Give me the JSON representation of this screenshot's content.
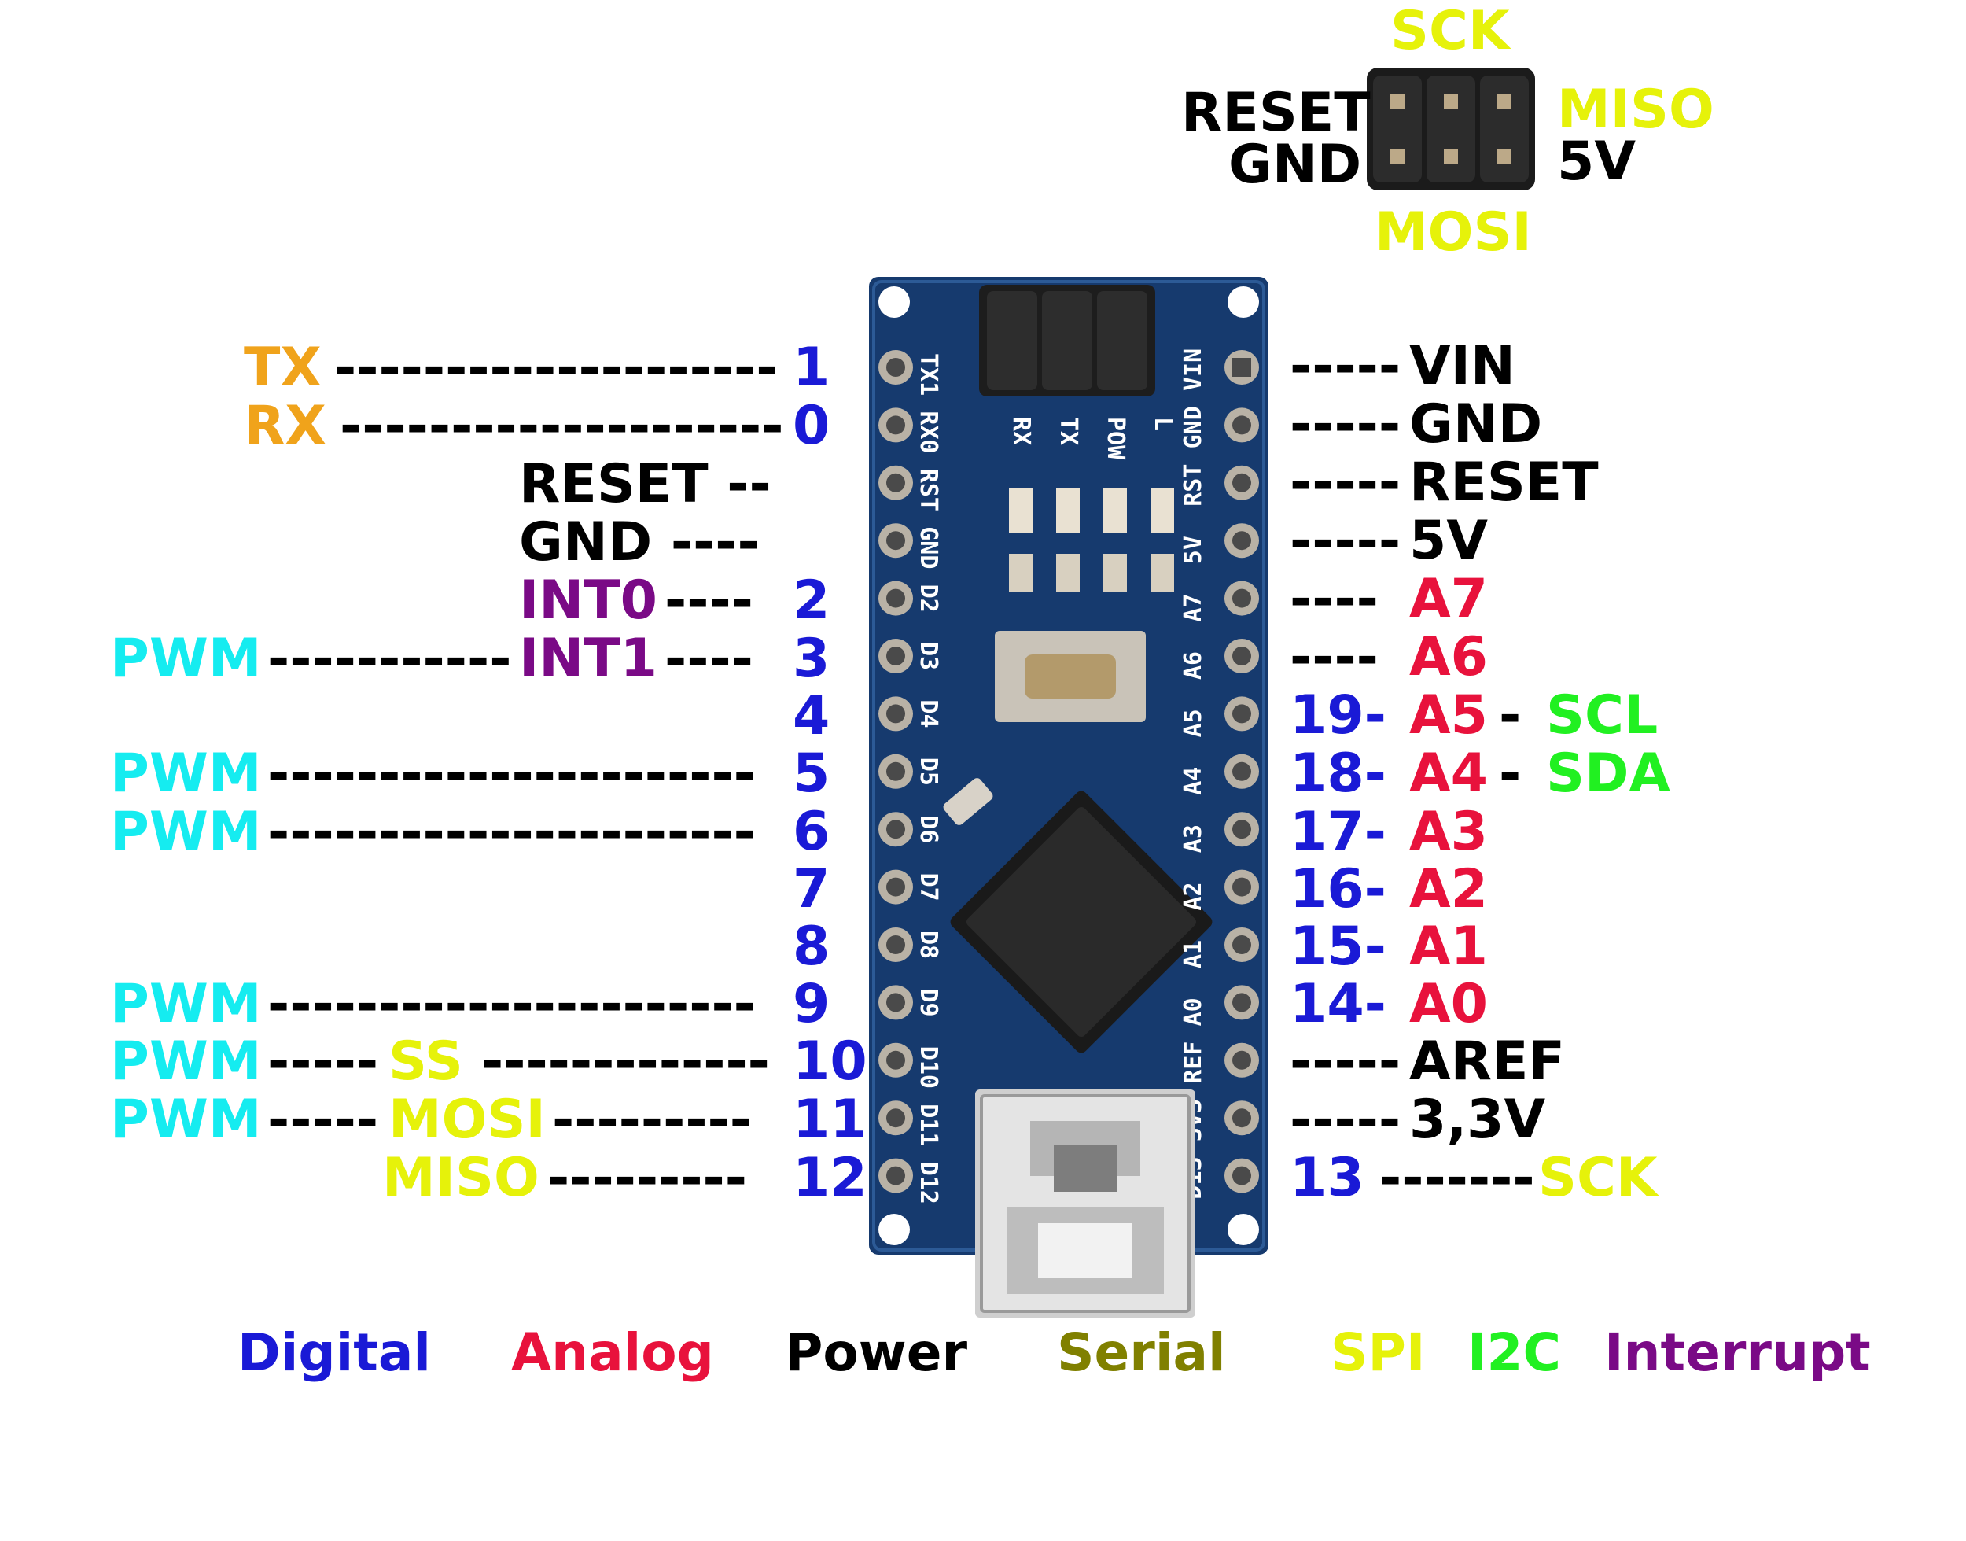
{
  "colors": {
    "digital": "#1a1ad6",
    "analog": "#e8123c",
    "power": "#000000",
    "serial": "#f0a31b",
    "serial_legend": "#808000",
    "spi": "#e6f20a",
    "i2c": "#21f021",
    "interrupt": "#7a0a86",
    "pwm": "#15ecf0",
    "pcb": "#163a6e"
  },
  "isp": {
    "sck": "SCK",
    "reset": "RESET",
    "miso": "MISO",
    "gnd": "GND",
    "fivev": "5V",
    "mosi": "MOSI"
  },
  "left": {
    "tx": "TX",
    "tx_dash": "--------------------",
    "pin1": "1",
    "rx": "RX",
    "rx_dash": "--------------------",
    "pin0": "0",
    "reset": "RESET --",
    "gnd": "GND ----",
    "int0": "INT0",
    "int0_dash": "----",
    "pin2": "2",
    "pwm3": "PWM",
    "pwm3_dash": "-----------",
    "int1": "INT1",
    "int1_dash": "----",
    "pin3": "3",
    "pin4": "4",
    "pwm5": "PWM",
    "pwm5_dash": "----------------------",
    "pin5": "5",
    "pwm6": "PWM",
    "pwm6_dash": "----------------------",
    "pin6": "6",
    "pin7": "7",
    "pin8": "8",
    "pwm9": "PWM",
    "pwm9_dash": "----------------------",
    "pin9": "9",
    "pwm10": "PWM",
    "pwm10_dash1": "-----",
    "ss": "SS",
    "pwm10_dash2": "-------------",
    "pin10": "10",
    "pwm11": "PWM",
    "pwm11_dash1": "-----",
    "mosi": "MOSI",
    "pwm11_dash2": "---------",
    "pin11": "11",
    "miso": "MISO",
    "miso_dash": "---------",
    "pin12": "12"
  },
  "right": {
    "vin_dash": "-----",
    "vin": "VIN",
    "gnd_dash": "-----",
    "gnd": "GND",
    "reset_dash": "-----",
    "reset": "RESET",
    "fivev_dash": "-----",
    "fivev": "5V",
    "a7_dash": "----",
    "a7": "A7",
    "a6_dash": "----",
    "a6": "A6",
    "n19": "19-",
    "a5": "A5",
    "a5_dash": "-",
    "scl": "SCL",
    "n18": "18-",
    "a4": "A4",
    "a4_dash": "-",
    "sda": "SDA",
    "n17": "17-",
    "a3": "A3",
    "n16": "16-",
    "a2": "A2",
    "n15": "15-",
    "a1": "A1",
    "n14": "14-",
    "a0": "A0",
    "aref_dash": "-----",
    "aref": "AREF",
    "v33_dash": "-----",
    "v33": "3,3V",
    "n13": "13",
    "sck_dash": "-------",
    "sck": "SCK"
  },
  "board_silk": {
    "left_pins": [
      "TX1",
      "RX0",
      "RST",
      "GND",
      "D2",
      "D3",
      "D4",
      "D5",
      "D6",
      "D7",
      "D8",
      "D9",
      "D10",
      "D11",
      "D12"
    ],
    "right_pins": [
      "VIN",
      "GND",
      "RST",
      "5V",
      "A7",
      "A6",
      "A5",
      "A4",
      "A3",
      "A2",
      "A1",
      "A0",
      "REF",
      "3V3",
      "D13"
    ],
    "leds": [
      "RX",
      "TX",
      "POW",
      "L"
    ]
  },
  "legend": {
    "digital": "Digital",
    "analog": "Analog",
    "power": "Power",
    "serial": "Serial",
    "spi": "SPI",
    "i2c": "I2C",
    "interrupt": "Interrupt"
  }
}
